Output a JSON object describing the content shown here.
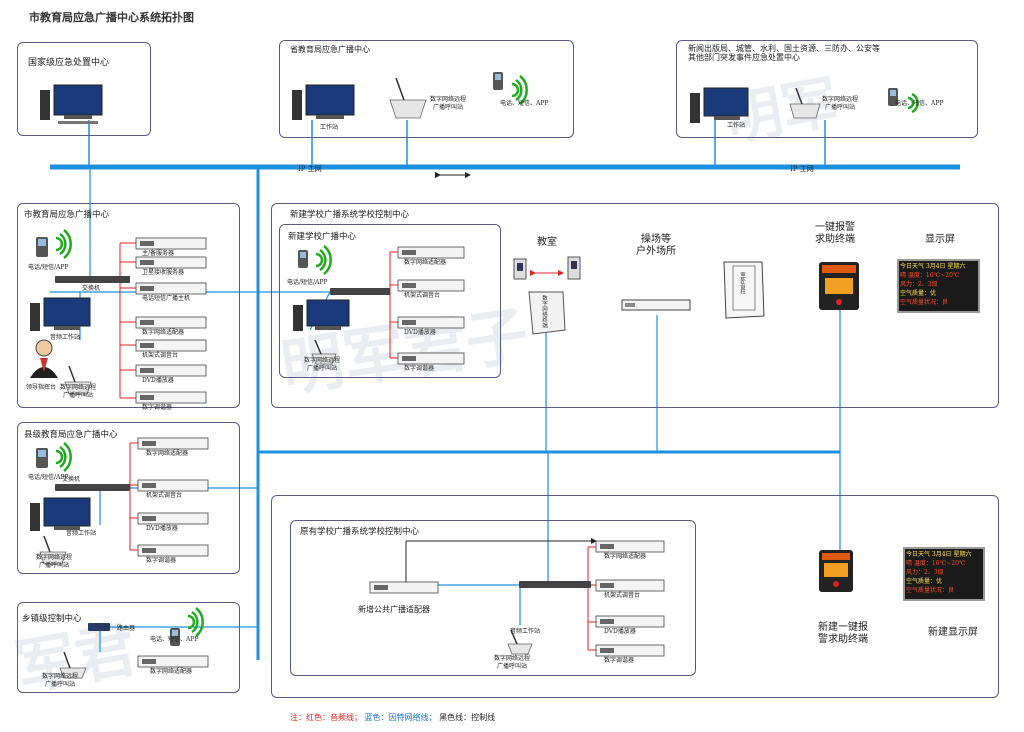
{
  "title": "市教育局应急广播中心系统拓扑图",
  "network_labels": {
    "ip_left": "IP 主网",
    "ip_right": "IP 主网"
  },
  "national": {
    "title": "国家级应急处置中心"
  },
  "provincial": {
    "title": "省教育局应急广播中心",
    "workstation": "工作站",
    "remote_station": [
      "数字网络远程",
      "广播呼叫站"
    ],
    "phone": "电话、短信、APP"
  },
  "agencies": {
    "title": [
      "新闻出版局、城管、水利、国土资源、三防办、公安等",
      "其他部门突发事件应急处置中心"
    ],
    "workstation": "工作站",
    "remote_station": [
      "数字网络远程",
      "广播呼叫站"
    ],
    "phone": "电话、短信、APP"
  },
  "city": {
    "title": "市教育局应急广播中心",
    "phone": "电话/短信/APP",
    "switch": "交换机",
    "workstation": "音频工作站",
    "leader": "领导指挥台",
    "remote_station": [
      "数字网络远程",
      "广播呼叫站"
    ],
    "devices": [
      "主/备服务器",
      "卫星接收服务器",
      "电话短信广播主机",
      "数字网络适配器",
      "机架式调音台",
      "DVD播放器",
      "数字调谐器"
    ]
  },
  "county": {
    "title": "县级教育局应急广播中心",
    "phone": "电话/短信/APP",
    "switch": "交换机",
    "workstation": "音频工作站",
    "remote_station": [
      "数字网络远程",
      "广播呼叫站"
    ],
    "devices": [
      "数字网络适配器",
      "机架式调音台",
      "DVD播放器",
      "数字调谐器"
    ]
  },
  "town": {
    "title": "乡镇级控制中心",
    "router": "路由器",
    "phone": "电话、短信、APP",
    "remote_station": [
      "数字网络远程",
      "广播呼叫站"
    ],
    "device": "数字网络适配器"
  },
  "new_school_outer": {
    "title": "新建学校广播系统学校控制中心"
  },
  "new_school_inner": {
    "title": "新建学校广播中心",
    "phone": "电话/短信/APP",
    "remote_station": [
      "数字网络远程",
      "广播呼叫站"
    ],
    "devices": [
      "数字网络适配器",
      "机架式调音台",
      "DVD播放器",
      "数字调谐器"
    ]
  },
  "classroom": {
    "label": "教室",
    "device": "数字网络终端"
  },
  "playground": {
    "label": [
      "操场等",
      "户外场所"
    ],
    "speaker": "室外音柱"
  },
  "sos": {
    "label": [
      "一键报警",
      "求助终端"
    ]
  },
  "display": {
    "label": "显示屏"
  },
  "led": {
    "line1": "今日天气  3月4日  星期六",
    "line2": "晴  温度：16℃~20℃",
    "line3": "风力：2、3级",
    "line4": "空气质量：优",
    "line5": "空气质量状况：良"
  },
  "existing_school": {
    "title": "原有学校广播系统学校控制中心",
    "new_adapter": "新增公共广播适配器",
    "workstation": "音频工作站",
    "remote_station": [
      "数字网络远程",
      "广播呼叫站"
    ],
    "devices": [
      "数字网络适配器",
      "机架式调音台",
      "DVD播放器",
      "数字调谐器"
    ]
  },
  "new_sos": {
    "label": [
      "新建一键报",
      "警求助终端"
    ]
  },
  "new_display": {
    "label": "新建显示屏"
  },
  "legend": {
    "prefix": "注：",
    "red": "红色：音频线；",
    "blue": "蓝色：因特网络线；",
    "black": "黑色线：控制线"
  },
  "watermark": "明军君子",
  "colors": {
    "network": "#1e90e0",
    "audio": "#e02020",
    "control": "#222222",
    "border": "#5a5a8a"
  }
}
